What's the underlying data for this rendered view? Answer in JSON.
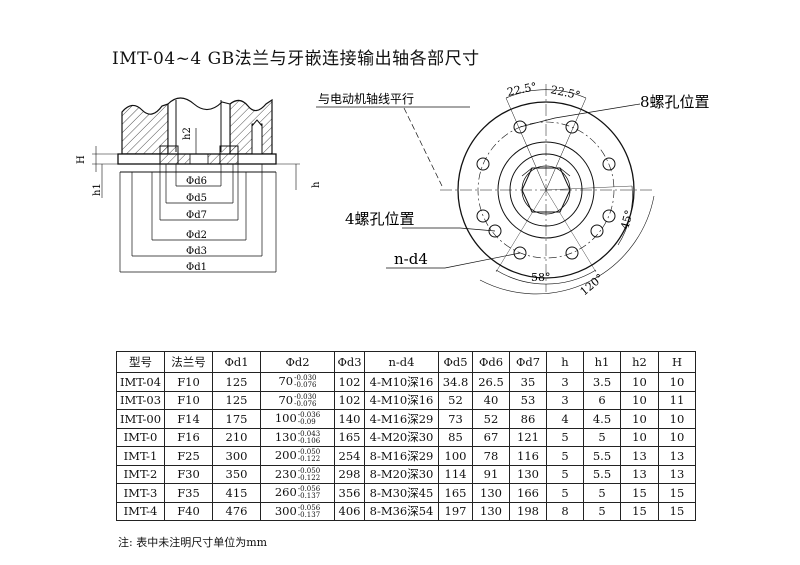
{
  "title": "IMT-04~4 GB法兰与牙嵌连接输出轴各部尺寸",
  "section_view": {
    "labels": {
      "h2": "h2",
      "H": "H",
      "h1": "h1",
      "h": "h",
      "d6": "Φd6",
      "d5": "Φd5",
      "d7": "Φd7",
      "d2": "Φd2",
      "d3": "Φd3",
      "d1": "Φd1"
    }
  },
  "flange_view": {
    "parallel_note": "与电动机轴线平行",
    "hole8_label": "8螺孔位置",
    "hole4_label": "4螺孔位置",
    "nd4_label": "n-d4",
    "angle_a": "22.5°",
    "angle_b": "22.5°",
    "angle_45": "45°",
    "angle_58": "58°",
    "angle_120": "120°"
  },
  "table": {
    "headers": [
      "型号",
      "法兰号",
      "Φd1",
      "Φd2",
      "Φd3",
      "n-d4",
      "Φd5",
      "Φd6",
      "Φd7",
      "h",
      "h1",
      "h2",
      "H"
    ],
    "rows": [
      {
        "model": "IMT-04",
        "flange": "F10",
        "d1": "125",
        "d2": "70",
        "d2_up": "-0.030",
        "d2_lo": "-0.076",
        "d3": "102",
        "nd4": "4-M10深16",
        "d5": "34.8",
        "d6": "26.5",
        "d7": "35",
        "h": "3",
        "h1": "3.5",
        "h2": "10",
        "H": "10"
      },
      {
        "model": "IMT-03",
        "flange": "F10",
        "d1": "125",
        "d2": "70",
        "d2_up": "-0.030",
        "d2_lo": "-0.076",
        "d3": "102",
        "nd4": "4-M10深16",
        "d5": "52",
        "d6": "40",
        "d7": "53",
        "h": "3",
        "h1": "6",
        "h2": "10",
        "H": "11"
      },
      {
        "model": "IMT-00",
        "flange": "F14",
        "d1": "175",
        "d2": "100",
        "d2_up": "-0.036",
        "d2_lo": "-0.09",
        "d3": "140",
        "nd4": "4-M16深29",
        "d5": "73",
        "d6": "52",
        "d7": "86",
        "h": "4",
        "h1": "4.5",
        "h2": "10",
        "H": "10"
      },
      {
        "model": "IMT-0",
        "flange": "F16",
        "d1": "210",
        "d2": "130",
        "d2_up": "-0.043",
        "d2_lo": "-0.106",
        "d3": "165",
        "nd4": "4-M20深30",
        "d5": "85",
        "d6": "67",
        "d7": "121",
        "h": "5",
        "h1": "5",
        "h2": "10",
        "H": "10"
      },
      {
        "model": "IMT-1",
        "flange": "F25",
        "d1": "300",
        "d2": "200",
        "d2_up": "-0.050",
        "d2_lo": "-0.122",
        "d3": "254",
        "nd4": "8-M16深29",
        "d5": "100",
        "d6": "78",
        "d7": "116",
        "h": "5",
        "h1": "5.5",
        "h2": "13",
        "H": "13"
      },
      {
        "model": "IMT-2",
        "flange": "F30",
        "d1": "350",
        "d2": "230",
        "d2_up": "-0.050",
        "d2_lo": "-0.122",
        "d3": "298",
        "nd4": "8-M20深30",
        "d5": "114",
        "d6": "91",
        "d7": "130",
        "h": "5",
        "h1": "5.5",
        "h2": "13",
        "H": "13"
      },
      {
        "model": "IMT-3",
        "flange": "F35",
        "d1": "415",
        "d2": "260",
        "d2_up": "-0.056",
        "d2_lo": "-0.137",
        "d3": "356",
        "nd4": "8-M30深45",
        "d5": "165",
        "d6": "130",
        "d7": "166",
        "h": "5",
        "h1": "5",
        "h2": "15",
        "H": "15"
      },
      {
        "model": "IMT-4",
        "flange": "F40",
        "d1": "476",
        "d2": "300",
        "d2_up": "-0.056",
        "d2_lo": "-0.137",
        "d3": "406",
        "nd4": "8-M36深54",
        "d5": "197",
        "d6": "130",
        "d7": "198",
        "h": "8",
        "h1": "5",
        "h2": "15",
        "H": "15"
      }
    ]
  },
  "note": "注: 表中未注明尺寸单位为mm"
}
